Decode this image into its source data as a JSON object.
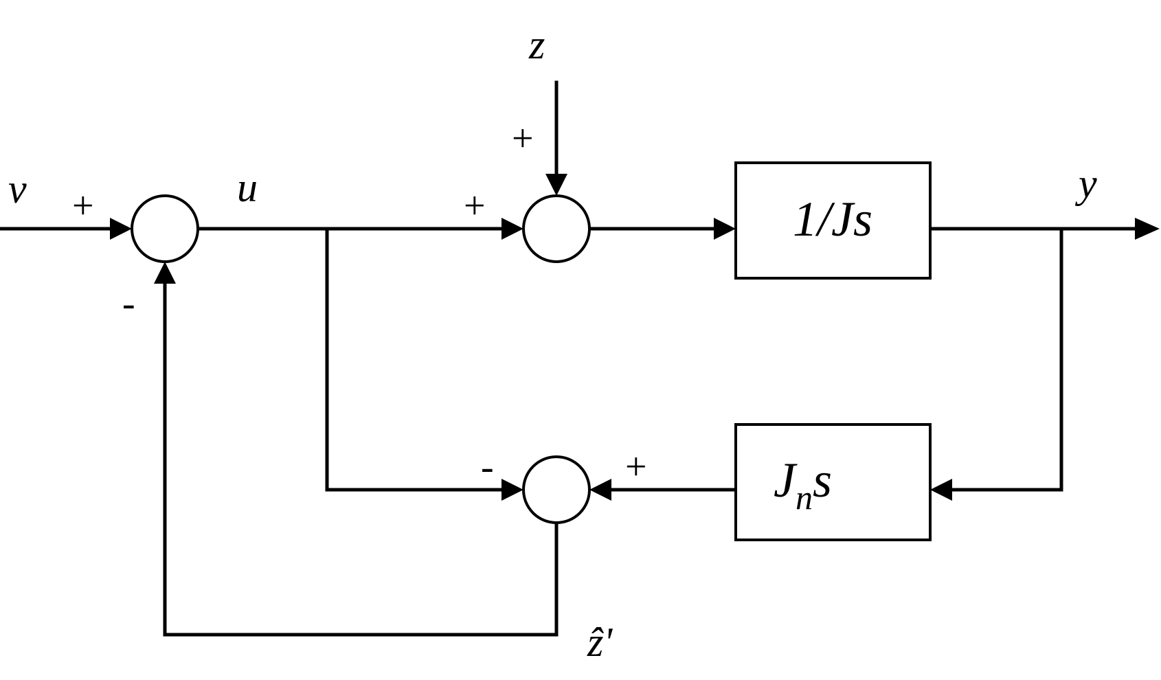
{
  "diagram": {
    "signals": {
      "v": "v",
      "u": "u",
      "z": "z",
      "y": "y",
      "z_hat_prime": "ẑ'"
    },
    "signs": {
      "sum1_v": "+",
      "sum1_feedback": "-",
      "sum2_u": "+",
      "sum2_z": "+",
      "sum3_u": "-",
      "sum3_jn": "+"
    },
    "blocks": {
      "plant": "1/Js",
      "nominal_model_J": "J",
      "nominal_model_n": "n",
      "nominal_model_s": "s"
    }
  }
}
